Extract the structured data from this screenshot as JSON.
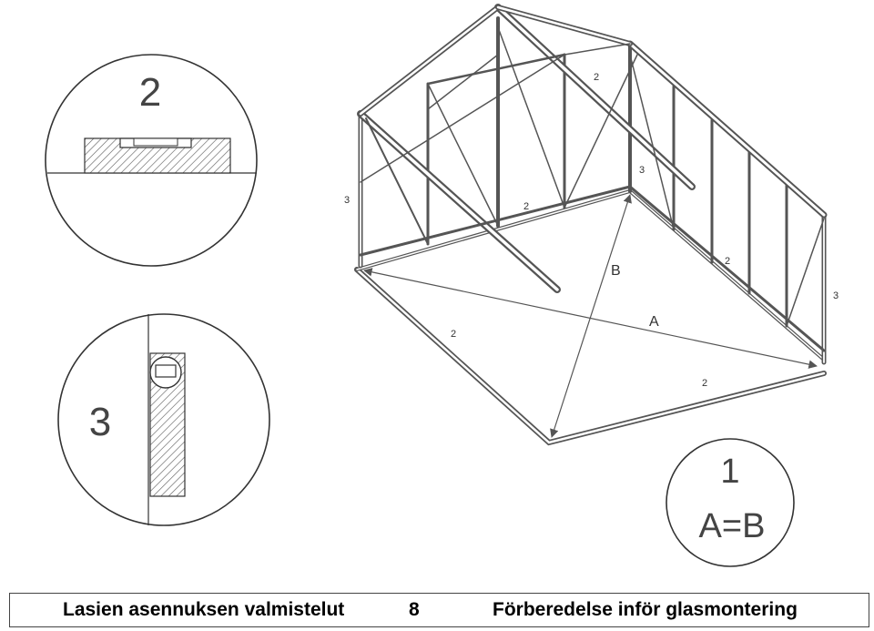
{
  "detail_2": {
    "label": "2"
  },
  "detail_3": {
    "label": "3"
  },
  "detail_1": {
    "number": "1",
    "formula": "A=B"
  },
  "greenhouse": {
    "labels": {
      "roof_right": "2",
      "left_post": "3",
      "front_wall": "2",
      "right_post_top": "3",
      "right_wall": "2",
      "right_post": "3",
      "base_left": "2",
      "base_front": "2",
      "diag_a": "A",
      "diag_b": "B"
    }
  },
  "footer": {
    "left": "Lasien asennuksen valmistelut",
    "page_number": "8",
    "right": "Förberedelse inför glasmontering"
  }
}
